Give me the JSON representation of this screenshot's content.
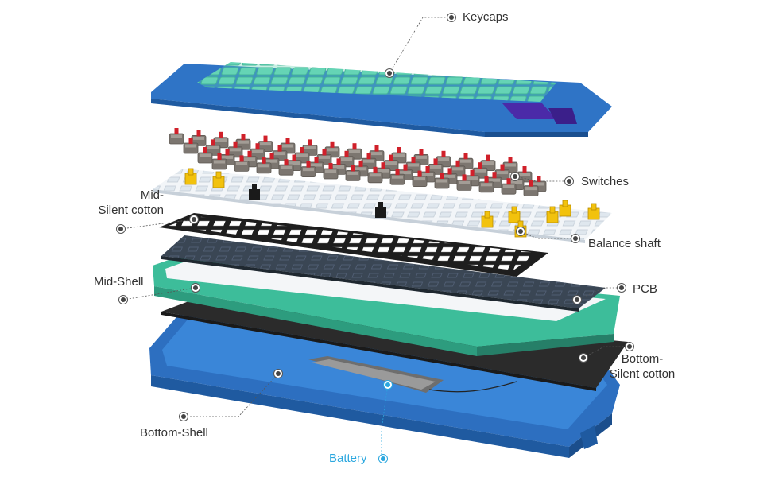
{
  "labels": {
    "keycaps": "Keycaps",
    "switches": "Switches",
    "mid_silent_cotton_1": "Mid-",
    "mid_silent_cotton_2": "Silent cotton",
    "balance_shaft": "Balance shaft",
    "mid_shell": "Mid-Shell",
    "pcb": "PCB",
    "bottom_silent_cotton_1": "Bottom-",
    "bottom_silent_cotton_2": "Silent cotton",
    "bottom_shell": "Bottom-Shell",
    "battery": "Battery"
  },
  "colors": {
    "label_text": "#333333",
    "battery_accent": "#2aa7df",
    "keycap_blue": "#2f74c6",
    "keycap_teal": "#5fd0b0",
    "keycap_purple": "#4b2aa8",
    "switch_red": "#d0202a",
    "switch_housing": "#7c7670",
    "stabilizer_yellow": "#f2c20d",
    "mid_shell_teal": "#3dbd9a",
    "bottom_shell_blue": "#2d6fc0",
    "foam_dark": "#2b2b2b",
    "pcb_dark": "#3a4654"
  }
}
